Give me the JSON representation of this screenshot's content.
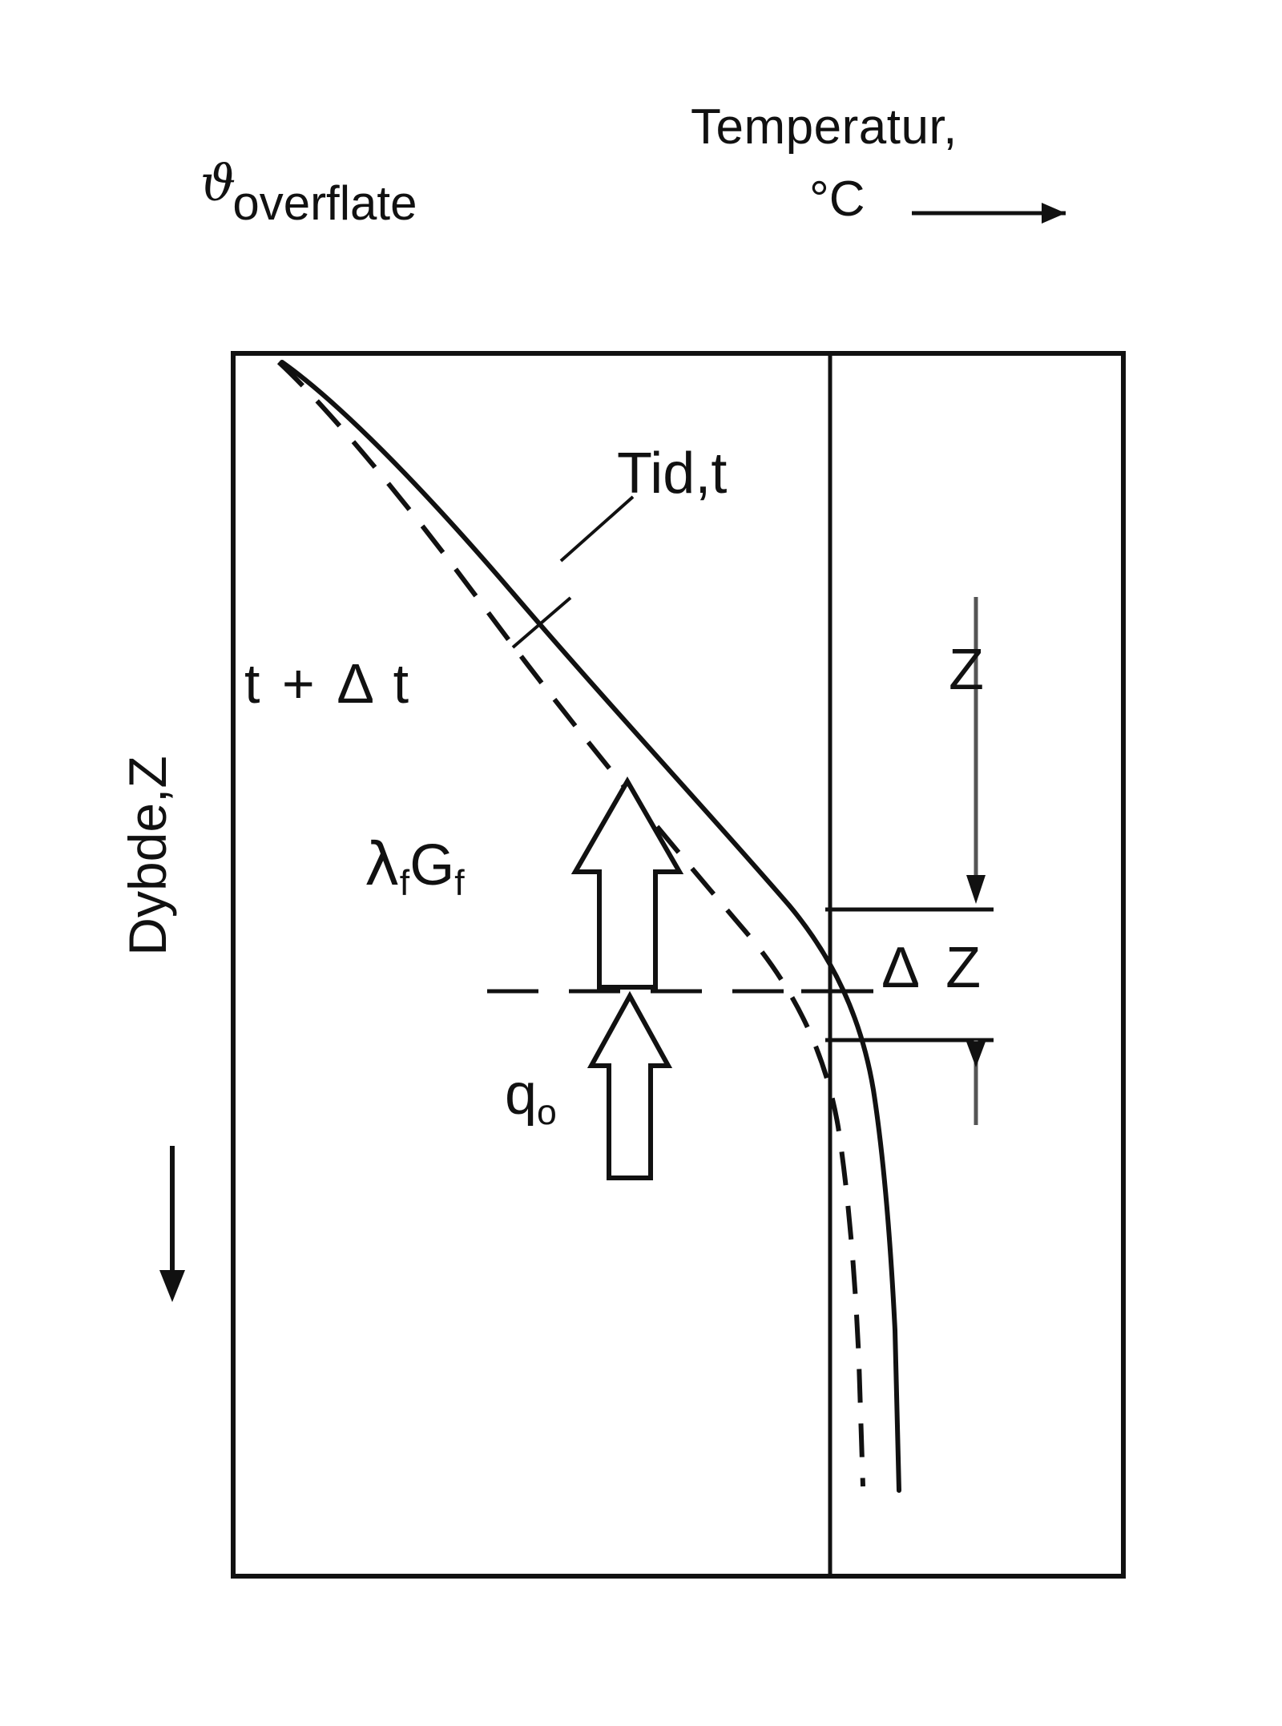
{
  "figure": {
    "title_axis_top": "Temperatur,",
    "unit_axis_top": "°C",
    "axis_top_arrow": "right-arrow",
    "surface_symbol": "ϑ",
    "surface_subscript": "overflate",
    "depth_axis_label": "Dybde,Z",
    "depth_axis_arrow": "down-arrow",
    "curve_label_solid": "Tid,t",
    "curve_label_dashed": "t + Δ t",
    "heat_flux_label_upper": "λ",
    "heat_flux_label_upper_sub1": "f",
    "heat_flux_label_upper_mid": "G",
    "heat_flux_label_upper_sub2": "f",
    "heat_flux_label_lower": "q",
    "heat_flux_label_lower_sub": "o",
    "depth_marker_label": "Z",
    "depth_delta_label": "Δ Z",
    "colors": {
      "ink": "#111111",
      "paper": "#ffffff",
      "thin_rule": "#6b6b6b"
    }
  },
  "chart_data": {
    "type": "line",
    "title": "",
    "xlabel": "Temperatur, °C",
    "ylabel": "Dybde,Z",
    "x_axis_direction": "right (increasing temperature)",
    "y_axis_direction": "down (increasing depth)",
    "grid": false,
    "legend": "inline annotations",
    "xlim": [
      0,
      1
    ],
    "ylim": [
      0,
      1
    ],
    "annotations": [
      {
        "text": "Tid,t",
        "role": "label for solid temperature profile curve"
      },
      {
        "text": "t + Δ t",
        "role": "label for dashed temperature profile curve"
      },
      {
        "text": "λ_f G_f",
        "role": "latent/conductive heat flux arrow (upward, large)"
      },
      {
        "text": "q_o",
        "role": "ground heat flux arrow (upward, small)"
      },
      {
        "text": "Z",
        "role": "depth of freezing front at time t"
      },
      {
        "text": "Δ Z",
        "role": "advance of freezing front during Δt"
      },
      {
        "text": "ϑ_overflate",
        "role": "surface temperature at top of profile"
      }
    ],
    "series": [
      {
        "name": "Tid,t",
        "style": "solid",
        "points": [
          [
            0.055,
            0.0
          ],
          [
            0.1,
            0.055
          ],
          [
            0.16,
            0.12
          ],
          [
            0.23,
            0.2
          ],
          [
            0.31,
            0.29
          ],
          [
            0.4,
            0.38
          ],
          [
            0.49,
            0.46
          ],
          [
            0.58,
            0.53
          ],
          [
            0.655,
            0.595
          ],
          [
            0.705,
            0.65
          ],
          [
            0.735,
            0.71
          ],
          [
            0.755,
            0.78
          ],
          [
            0.768,
            0.845
          ],
          [
            0.778,
            0.905
          ],
          [
            0.786,
            0.955
          ]
        ]
      },
      {
        "name": "t + Δ t",
        "style": "dashed",
        "points": [
          [
            0.052,
            0.0
          ],
          [
            0.085,
            0.055
          ],
          [
            0.13,
            0.125
          ],
          [
            0.19,
            0.215
          ],
          [
            0.26,
            0.305
          ],
          [
            0.34,
            0.4
          ],
          [
            0.43,
            0.49
          ],
          [
            0.52,
            0.565
          ],
          [
            0.6,
            0.625
          ],
          [
            0.665,
            0.685
          ],
          [
            0.705,
            0.745
          ],
          [
            0.728,
            0.81
          ],
          [
            0.742,
            0.875
          ],
          [
            0.752,
            0.93
          ]
        ]
      }
    ],
    "reference_lines": [
      {
        "orientation": "vertical",
        "x": 0.655,
        "style": "solid thin",
        "role": "0 °C isotherm / temperature reference axis"
      },
      {
        "orientation": "horizontal",
        "y": 0.545,
        "style": "dashed",
        "role": "level of the heat flux balance at freezing front"
      }
    ],
    "dimension_markers": [
      {
        "label": "Z",
        "from_y": 0.0,
        "to_y": 0.455,
        "side": "right"
      },
      {
        "label": "Δ Z",
        "from_y": 0.455,
        "to_y": 0.565,
        "side": "right"
      }
    ]
  }
}
